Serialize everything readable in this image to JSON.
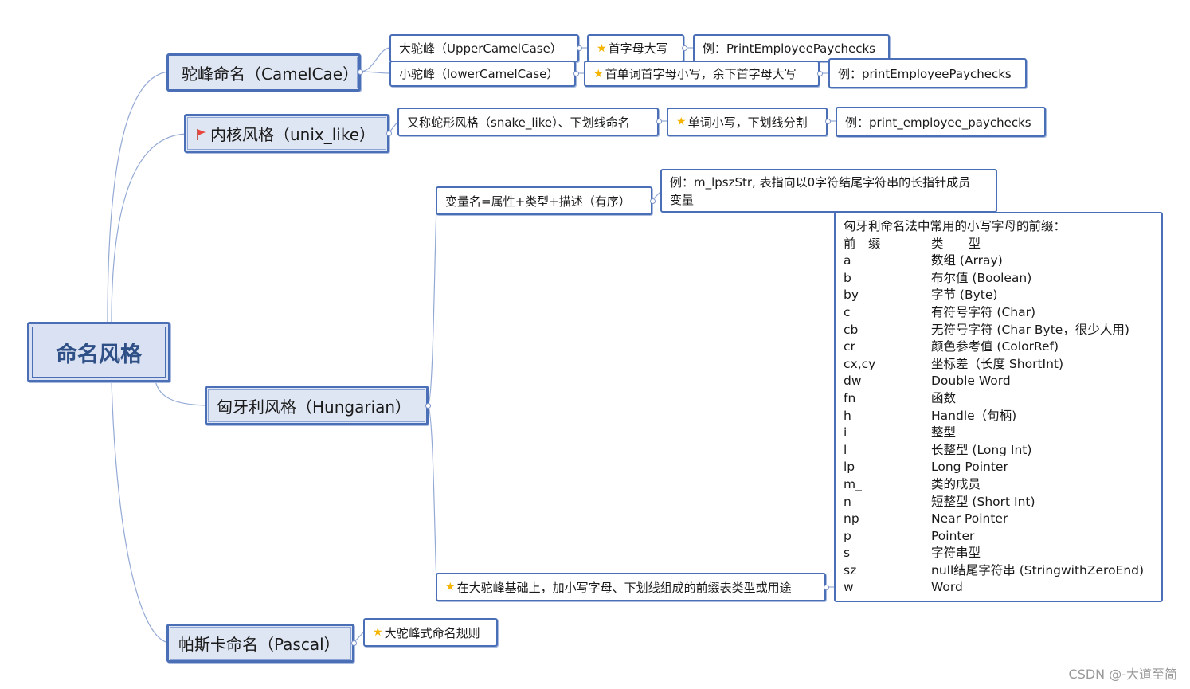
{
  "root": {
    "label": "命名风格"
  },
  "branches": {
    "camel": {
      "label": "驼峰命名（CamelCae）",
      "upper": {
        "name": "大驼峰（UpperCamelCase）",
        "rule": "首字母大写",
        "example": "例：PrintEmployeePaychecks"
      },
      "lower": {
        "name": "小驼峰（lowerCamelCase）",
        "rule": "首单词首字母小写，余下首字母大写",
        "example": "例：printEmployeePaychecks"
      }
    },
    "kernel": {
      "label": "内核风格（unix_like）",
      "name": "又称蛇形风格（snake_like）、下划线命名",
      "rule": "单词小写，下划线分割",
      "example": "例：print_employee_paychecks"
    },
    "hungarian": {
      "label": "匈牙利风格（Hungarian）",
      "formula": "变量名=属性+类型+描述（有序）",
      "example_line1": "例：m_lpszStr, 表指向以0字符结尾字符串的长指针成员",
      "example_line2": "变量",
      "rule": "在大驼峰基础上，加小写字母、下划线组成的前缀表类型或用途",
      "table_title": "匈牙利命名法中常用的小写字母的前缀：",
      "table_header": {
        "prefix": "前　缀",
        "type": "类　　型"
      },
      "table_rows": [
        {
          "prefix": "a",
          "type": "数组 (Array)"
        },
        {
          "prefix": "b",
          "type": "布尔值 (Boolean)"
        },
        {
          "prefix": "by",
          "type": "字节 (Byte)"
        },
        {
          "prefix": "c",
          "type": "有符号字符 (Char)"
        },
        {
          "prefix": "cb",
          "type": "无符号字符 (Char Byte，很少人用)"
        },
        {
          "prefix": "cr",
          "type": "颜色参考值 (ColorRef)"
        },
        {
          "prefix": "cx,cy",
          "type": "坐标差（长度 ShortInt)"
        },
        {
          "prefix": "dw",
          "type": " Double Word"
        },
        {
          "prefix": "fn",
          "type": " 函数"
        },
        {
          "prefix": "h",
          "type": " Handle（句柄)"
        },
        {
          "prefix": "i",
          "type": " 整型"
        },
        {
          "prefix": "l",
          "type": " 长整型 (Long Int)"
        },
        {
          "prefix": "lp",
          "type": " Long Pointer"
        },
        {
          "prefix": "m_",
          "type": "类的成员"
        },
        {
          "prefix": "n",
          "type": " 短整型 (Short Int)"
        },
        {
          "prefix": "np",
          "type": " Near Pointer"
        },
        {
          "prefix": "p",
          "type": " Pointer"
        },
        {
          "prefix": "s",
          "type": "字符串型"
        },
        {
          "prefix": "sz",
          "type": " null结尾字符串 (StringwithZeroEnd)"
        },
        {
          "prefix": "w",
          "type": "  Word"
        }
      ]
    },
    "pascal": {
      "label": "帕斯卡命名（Pascal）",
      "rule": "大驼峰式命名规则"
    }
  },
  "icons": {
    "flag": "flag-icon",
    "star": "star-icon"
  },
  "colors": {
    "border": "#4a6fb7",
    "branch_fill": "#dfe6f3",
    "root_fill": "#d9e1f2",
    "flag": "#e8453c",
    "star": "#f5b400"
  },
  "watermark": "CSDN @-大道至简"
}
